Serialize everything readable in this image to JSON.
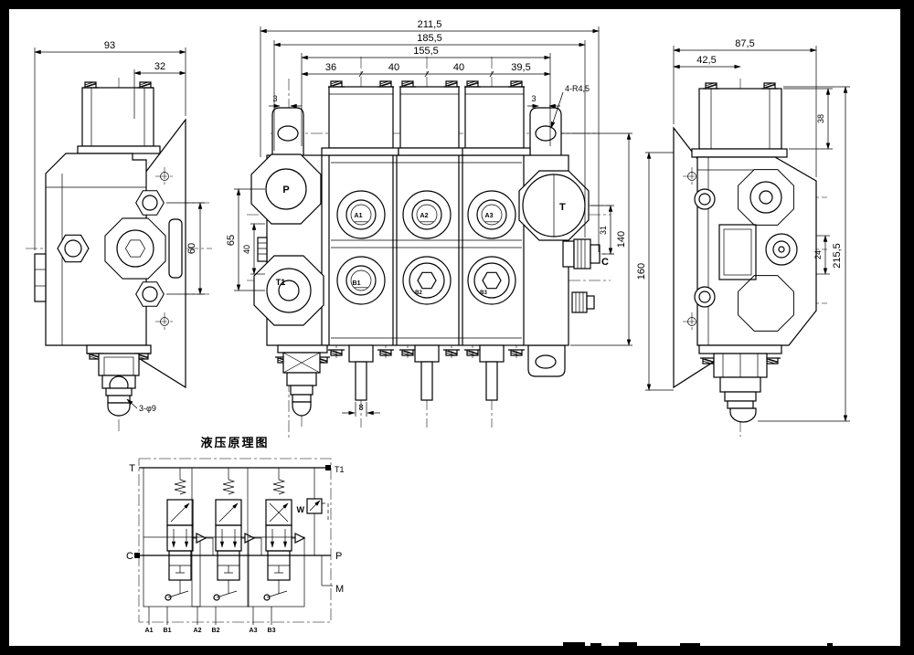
{
  "colors": {
    "line": "#000000",
    "background": "#ffffff",
    "frame": "#000000"
  },
  "front_view": {
    "dims": {
      "total_width": "211,5",
      "mount_width": "185,5",
      "section_span": "155,5",
      "seg_1": "36",
      "seg_2": "40",
      "seg_3": "40",
      "seg_4": "39,5",
      "offset_left": "3",
      "offset_right": "3",
      "mount_hole_note": "4-R4,5",
      "port_span": "65",
      "port_gap": "40",
      "c_port_offset": "31",
      "body_height": "140",
      "spool_width": "8"
    },
    "ports": {
      "p": "P",
      "t1": "T1",
      "t": "T",
      "c": "C",
      "a1": "A1",
      "a2": "A2",
      "a3": "A3",
      "b1": "B1",
      "b2": "B2",
      "b3": "B3"
    }
  },
  "left_view": {
    "dims": {
      "total_width": "93",
      "cap_offset": "32",
      "bolt_span": "60",
      "hole_note": "3-φ9"
    }
  },
  "right_view": {
    "dims": {
      "total_width": "87,5",
      "cap_offset": "42,5",
      "cap_height": "38",
      "plate_height": "160",
      "step": "24",
      "total_height": "215,5"
    }
  },
  "schematic": {
    "title": "液压原理图",
    "labels": {
      "t": "T",
      "t1": "T1",
      "c": "C",
      "p": "P",
      "m": "M",
      "w": "W",
      "a1": "A1",
      "b1": "B1",
      "a2": "A2",
      "b2": "B2",
      "a3": "A3",
      "b3": "B3"
    }
  }
}
